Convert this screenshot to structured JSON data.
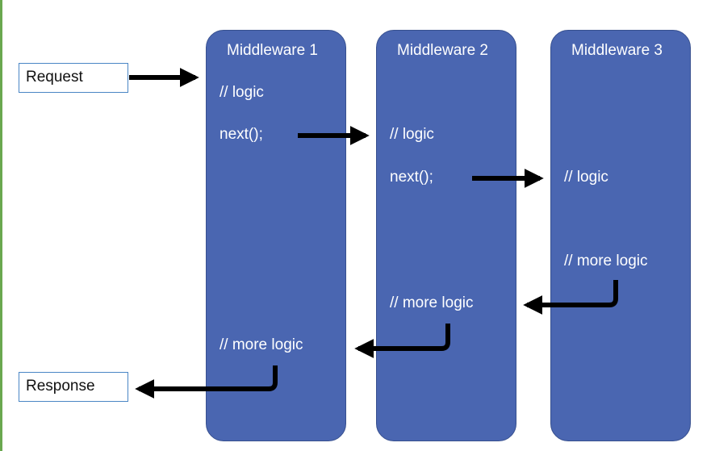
{
  "request_label": "Request",
  "response_label": "Response",
  "middlewares": [
    {
      "title": "Middleware 1",
      "logic": "// logic",
      "next": "next();",
      "more_logic": "// more logic"
    },
    {
      "title": "Middleware 2",
      "logic": "// logic",
      "next": "next();",
      "more_logic": "// more logic"
    },
    {
      "title": "Middleware 3",
      "logic": "// logic",
      "more_logic": "// more logic"
    }
  ],
  "colors": {
    "column_fill": "#4a66b1",
    "box_border": "#4a86c5",
    "arrow": "#000000"
  }
}
